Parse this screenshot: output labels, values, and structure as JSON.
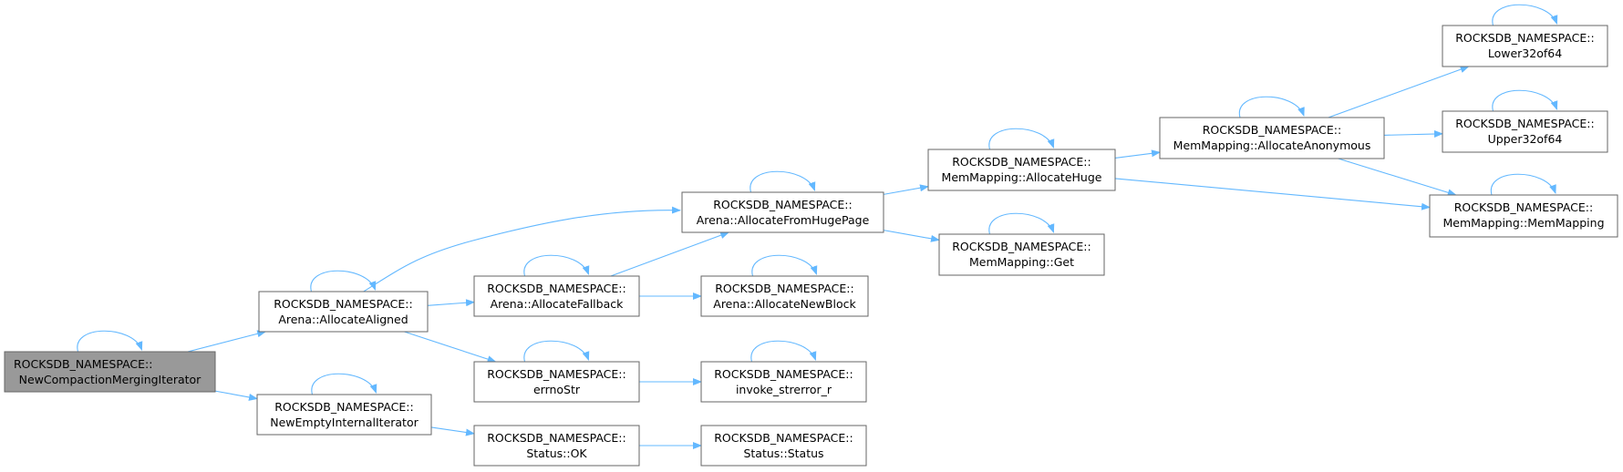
{
  "colors": {
    "edge": "#63b8ff",
    "node_border": "#666666",
    "node_fill": "#ffffff",
    "root_fill": "#999999",
    "root_border": "#666666",
    "text": "#000000"
  },
  "nodes": [
    {
      "id": "n0",
      "line1": "ROCKSDB_NAMESPACE::",
      "line2": "NewCompactionMergingIterator",
      "root": true
    },
    {
      "id": "n1",
      "line1": "ROCKSDB_NAMESPACE::",
      "line2": "Arena::AllocateAligned"
    },
    {
      "id": "n2",
      "line1": "ROCKSDB_NAMESPACE::",
      "line2": "NewEmptyInternalIterator"
    },
    {
      "id": "n3",
      "line1": "ROCKSDB_NAMESPACE::",
      "line2": "Arena::AllocateFallback"
    },
    {
      "id": "n4",
      "line1": "ROCKSDB_NAMESPACE::",
      "line2": "errnoStr"
    },
    {
      "id": "n5",
      "line1": "ROCKSDB_NAMESPACE::",
      "line2": "Status::OK"
    },
    {
      "id": "n6",
      "line1": "ROCKSDB_NAMESPACE::",
      "line2": "Arena::AllocateFromHugePage"
    },
    {
      "id": "n7",
      "line1": "ROCKSDB_NAMESPACE::",
      "line2": "Arena::AllocateNewBlock"
    },
    {
      "id": "n8",
      "line1": "ROCKSDB_NAMESPACE::",
      "line2": "invoke_strerror_r"
    },
    {
      "id": "n9",
      "line1": "ROCKSDB_NAMESPACE::",
      "line2": "Status::Status"
    },
    {
      "id": "n10",
      "line1": "ROCKSDB_NAMESPACE::",
      "line2": "MemMapping::AllocateHuge"
    },
    {
      "id": "n11",
      "line1": "ROCKSDB_NAMESPACE::",
      "line2": "MemMapping::Get"
    },
    {
      "id": "n12",
      "line1": "ROCKSDB_NAMESPACE::",
      "line2": "MemMapping::AllocateAnonymous"
    },
    {
      "id": "n13",
      "line1": "ROCKSDB_NAMESPACE::",
      "line2": "MemMapping::MemMapping"
    },
    {
      "id": "n14",
      "line1": "ROCKSDB_NAMESPACE::",
      "line2": "Lower32of64"
    },
    {
      "id": "n15",
      "line1": "ROCKSDB_NAMESPACE::",
      "line2": "Upper32of64"
    }
  ],
  "edges": [
    {
      "from": "n0",
      "to": "n0"
    },
    {
      "from": "n0",
      "to": "n1"
    },
    {
      "from": "n0",
      "to": "n2"
    },
    {
      "from": "n1",
      "to": "n1"
    },
    {
      "from": "n1",
      "to": "n6"
    },
    {
      "from": "n1",
      "to": "n3"
    },
    {
      "from": "n1",
      "to": "n4"
    },
    {
      "from": "n2",
      "to": "n2"
    },
    {
      "from": "n2",
      "to": "n5"
    },
    {
      "from": "n3",
      "to": "n3"
    },
    {
      "from": "n3",
      "to": "n6"
    },
    {
      "from": "n3",
      "to": "n7"
    },
    {
      "from": "n4",
      "to": "n4"
    },
    {
      "from": "n4",
      "to": "n8"
    },
    {
      "from": "n5",
      "to": "n9"
    },
    {
      "from": "n6",
      "to": "n6"
    },
    {
      "from": "n6",
      "to": "n10"
    },
    {
      "from": "n6",
      "to": "n11"
    },
    {
      "from": "n7",
      "to": "n7"
    },
    {
      "from": "n8",
      "to": "n8"
    },
    {
      "from": "n10",
      "to": "n10"
    },
    {
      "from": "n10",
      "to": "n12"
    },
    {
      "from": "n10",
      "to": "n13"
    },
    {
      "from": "n11",
      "to": "n11"
    },
    {
      "from": "n12",
      "to": "n12"
    },
    {
      "from": "n12",
      "to": "n14"
    },
    {
      "from": "n12",
      "to": "n15"
    },
    {
      "from": "n12",
      "to": "n13"
    },
    {
      "from": "n13",
      "to": "n13"
    },
    {
      "from": "n14",
      "to": "n14"
    },
    {
      "from": "n15",
      "to": "n15"
    }
  ]
}
